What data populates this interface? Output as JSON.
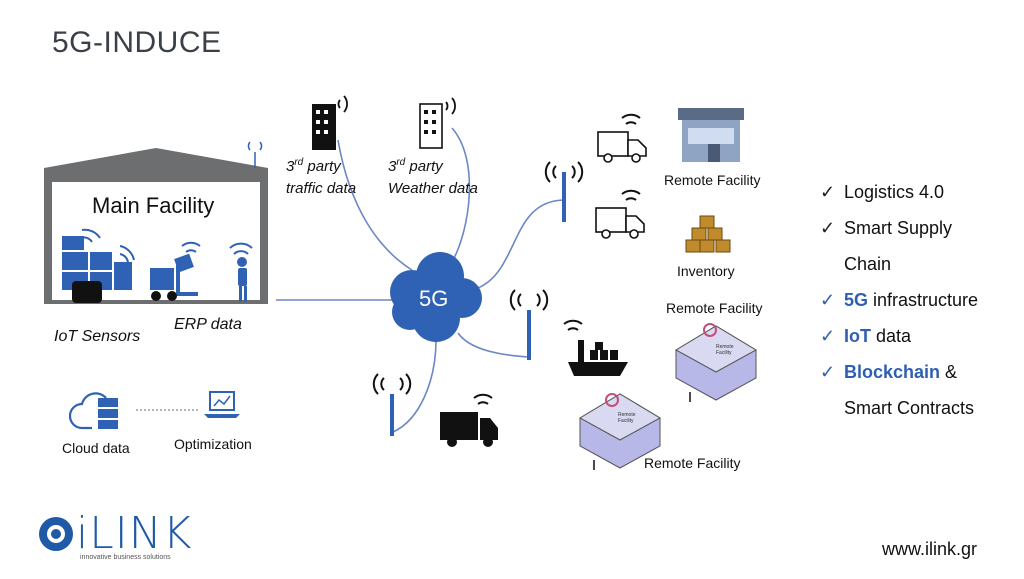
{
  "title": "5G-INDUCE",
  "diagram": {
    "main_facility": "Main Facility",
    "iot_sensors": "IoT Sensors",
    "erp_data": "ERP data",
    "cloud_data": "Cloud data",
    "optimization": "Optimization",
    "third_party_traffic": {
      "sup_prefix": "3",
      "sup": "rd",
      "word": " party",
      "line2": "traffic data"
    },
    "third_party_weather": {
      "sup_prefix": "3",
      "sup": "rd",
      "word": " party",
      "line2": "Weather data"
    },
    "hub": "5G",
    "remote_facility_top": "Remote Facility",
    "inventory": "Inventory",
    "remote_facility_mid": "Remote Facility",
    "remote_facility_bottom": "Remote Facility",
    "house_sign": "Remote Facility"
  },
  "features": [
    {
      "check": "✓",
      "pre": "",
      "hl": "",
      "text": "Logistics 4.0"
    },
    {
      "check": "✓",
      "pre": "",
      "hl": "",
      "text": "Smart Supply"
    },
    {
      "check": "",
      "pre": "",
      "hl": "",
      "text": "Chain"
    },
    {
      "check": "✓",
      "pre": "",
      "hl": "5G",
      "text": " infrastructure"
    },
    {
      "check": "✓",
      "pre": "",
      "hl": "IoT",
      "text": " data"
    },
    {
      "check": "✓",
      "pre": "",
      "hl": "Blockchain",
      "text": " &"
    },
    {
      "check": "",
      "pre": "",
      "hl": "",
      "text": "Smart Contracts"
    }
  ],
  "logo": {
    "name": "iLINK",
    "tagline": "innovative business solutions"
  },
  "url": "www.ilink.gr",
  "colors": {
    "accent": "#2e5fb0",
    "line": "#6b87c4",
    "roof": "#6d6e70",
    "cloud": "#2f62b5"
  }
}
